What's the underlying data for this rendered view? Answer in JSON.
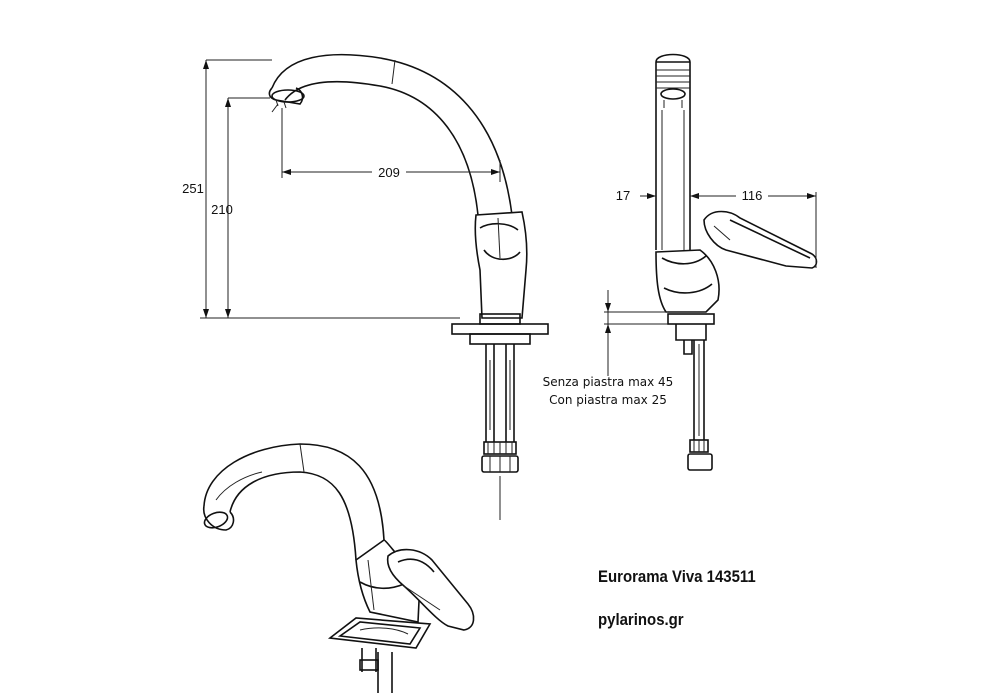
{
  "dimensions": {
    "total_height": "251",
    "spout_height": "210",
    "spout_reach": "209",
    "spout_width": "17",
    "handle_reach": "116"
  },
  "notes": {
    "line1": "Senza piastra max 45",
    "line2": "Con piastra max 25"
  },
  "product_name": "Eurorama Viva 143511",
  "website": "pylarinos.gr"
}
